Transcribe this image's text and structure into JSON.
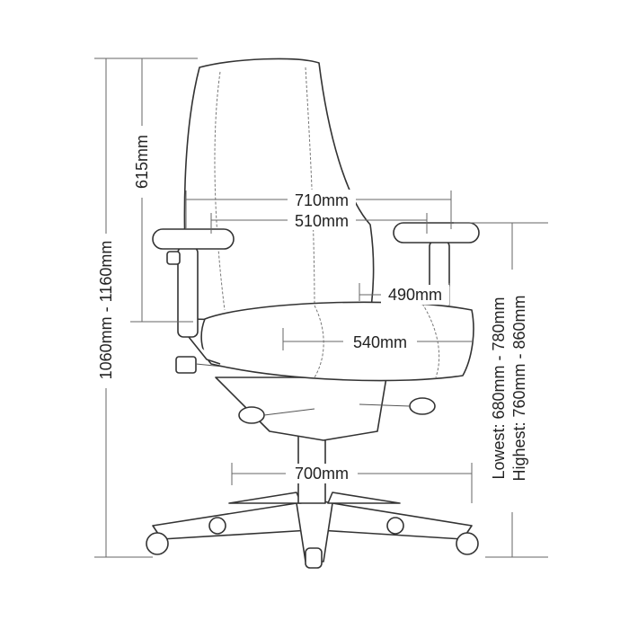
{
  "dimensions": {
    "overall_width": "710mm",
    "arm_inner_width": "510mm",
    "seat_depth": "490mm",
    "seat_width": "540mm",
    "base_width": "700mm",
    "back_height": "615mm",
    "total_height": "1060mm - 1160mm",
    "arm_height_lowest": "Lowest: 680mm - 780mm",
    "arm_height_highest": "Highest: 760mm - 860mm"
  }
}
